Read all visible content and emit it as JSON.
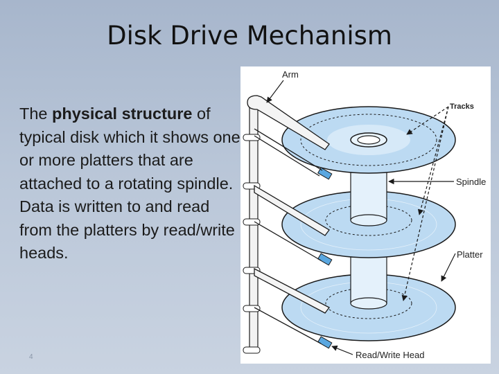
{
  "slide": {
    "title": "Disk Drive Mechanism",
    "body_lead": "The ",
    "body_bold": "physical structure",
    "body_rest": " of typical disk which it shows one or more platters that are attached to a rotating spindle. Data is written to and read from the platters by read/write heads.",
    "slide_number": "4"
  },
  "diagram": {
    "labels": {
      "arm": "Arm",
      "tracks": "Tracks",
      "spindle": "Spindle",
      "platter": "Platter",
      "read_write_head": "Read/Write Head"
    },
    "colors": {
      "platter_fill": "#bcdaf2",
      "platter_stroke": "#1a1a1a",
      "spindle_fill": "#e4f1fb",
      "head_fill": "#5aa7e0"
    }
  }
}
